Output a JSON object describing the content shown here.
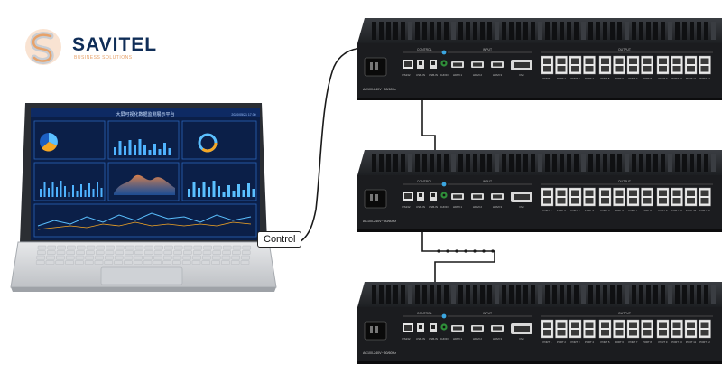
{
  "brand": {
    "name": "SAVITEL",
    "tagline": "BUSINESS SOLUTIONS",
    "colors": {
      "primary": "#0f2d57",
      "accent": "#e7a26a"
    }
  },
  "connection_label": "Control",
  "laptop": {
    "screen_title": "大屏可视化数据监测展示平台",
    "screen_time": "2020/05/21 17:30"
  },
  "device": {
    "power_label": "AC100-240V~ 50/60Hz",
    "control_section": "CONTROL",
    "control_ports": [
      "RS232",
      "USB-IN",
      "USB-IN",
      "AUDIO"
    ],
    "input_section": "INPUT",
    "input_ports": [
      "HDMI 1",
      "HDMI 2",
      "HDMI 3",
      "DVI"
    ],
    "output_section": "OUTPUT",
    "output_ports": [
      "PORT 1",
      "PORT 2",
      "PORT 3",
      "PORT 4",
      "PORT 5",
      "PORT 6",
      "PORT 7",
      "PORT 8",
      "PORT 9",
      "PORT 10",
      "PORT 11",
      "PORT 12"
    ]
  }
}
